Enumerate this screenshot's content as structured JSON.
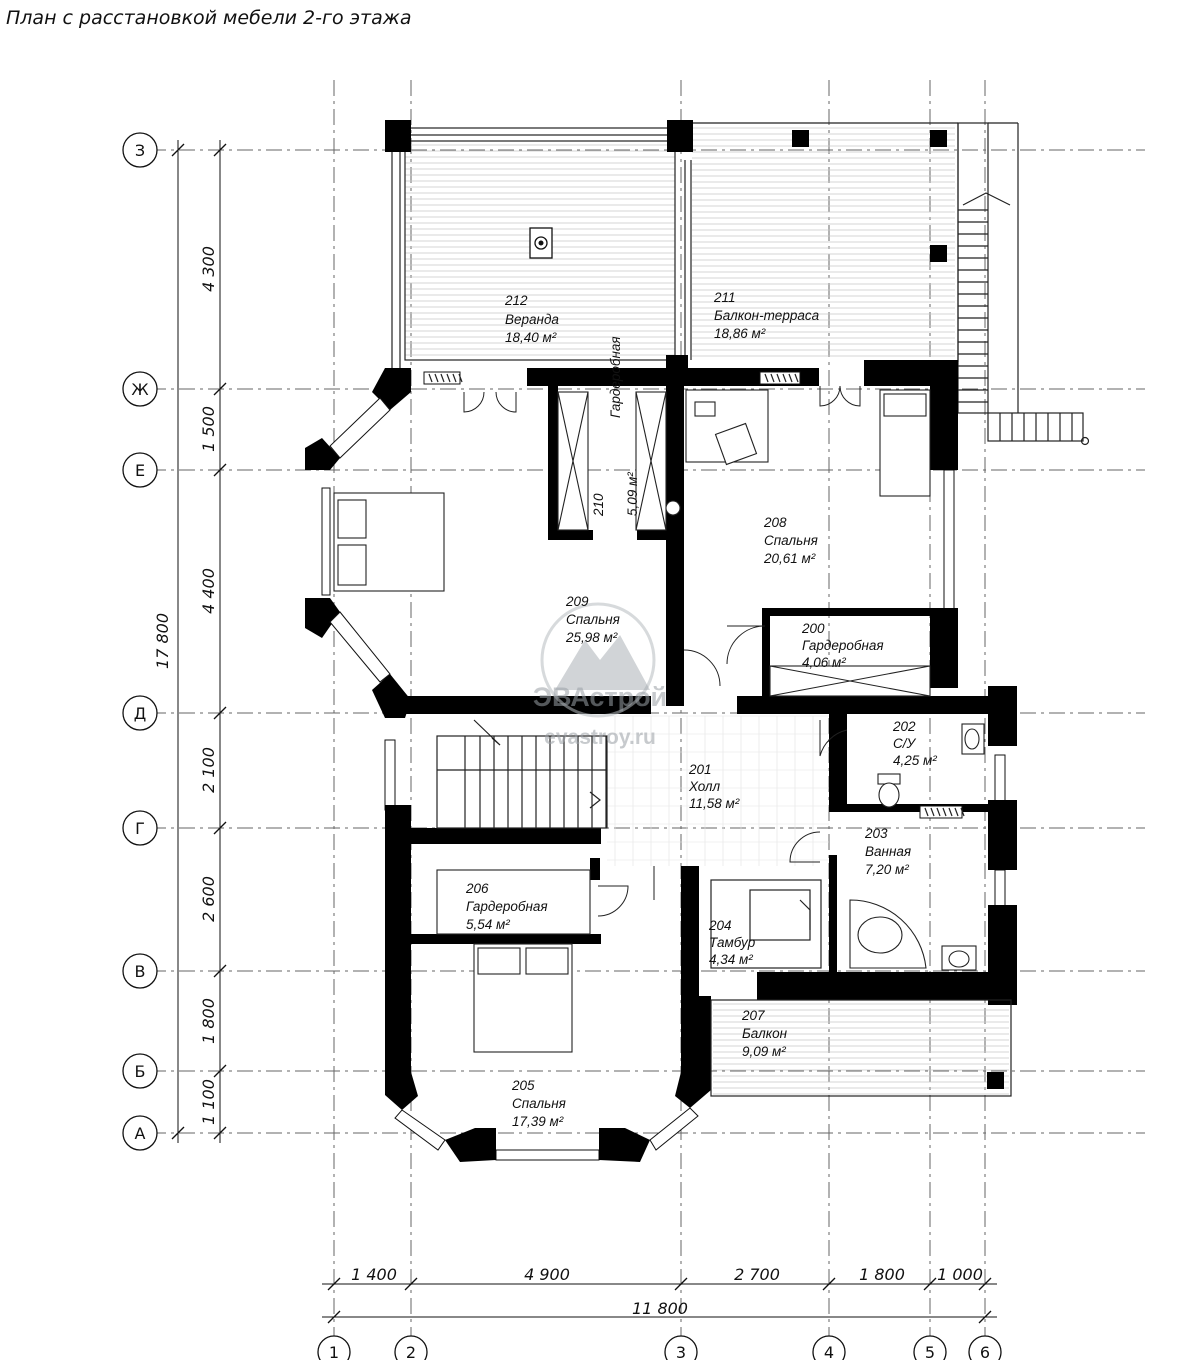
{
  "title": "План с расстановкой мебели 2-го этажа",
  "axes_rows": [
    "З",
    "Ж",
    "Е",
    "Д",
    "Г",
    "В",
    "Б",
    "А"
  ],
  "axes_cols": [
    "1",
    "2",
    "3",
    "4",
    "5",
    "6"
  ],
  "dims_vertical": [
    "4 300",
    "1 500",
    "4 400",
    "2 100",
    "2 600",
    "1 800",
    "1 100"
  ],
  "dim_vertical_total": "17 800",
  "dims_horizontal": [
    "1 400",
    "4 900",
    "2 700",
    "1 800",
    "1 000"
  ],
  "dim_horizontal_total": "11 800",
  "rooms": [
    {
      "num": "212",
      "name": "Веранда",
      "area": "18,40 м²"
    },
    {
      "num": "211",
      "name": "Балкон-терраса",
      "area": "18,86 м²"
    },
    {
      "num": "210",
      "name": "Гардеробная",
      "area": "5,09 м²"
    },
    {
      "num": "208",
      "name": "Спальня",
      "area": "20,61 м²"
    },
    {
      "num": "209",
      "name": "Спальня",
      "area": "25,98 м²"
    },
    {
      "num": "200",
      "name": "Гардеробная",
      "area": "4,06 м²"
    },
    {
      "num": "202",
      "name": "С/У",
      "area": "4,25 м²"
    },
    {
      "num": "201",
      "name": "Холл",
      "area": "11,58 м²"
    },
    {
      "num": "203",
      "name": "Ванная",
      "area": "7,20 м²"
    },
    {
      "num": "206",
      "name": "Гардеробная",
      "area": "5,54 м²"
    },
    {
      "num": "204",
      "name": "Тамбур",
      "area": "4,34 м²"
    },
    {
      "num": "207",
      "name": "Балкон",
      "area": "9,09 м²"
    },
    {
      "num": "205",
      "name": "Спальня",
      "area": "17,39 м²"
    }
  ],
  "watermark": {
    "brand": "ЭВАстрой",
    "site": "evastroy.ru"
  }
}
